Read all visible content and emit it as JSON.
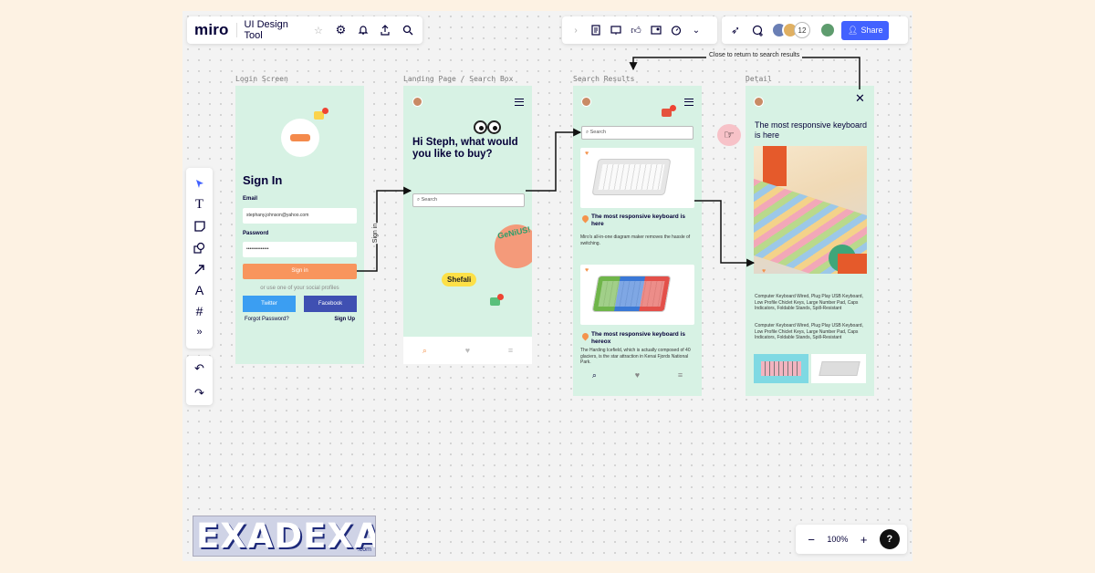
{
  "app": {
    "logo": "miro",
    "board_title": "UI Design Tool",
    "collaborator_count": "12",
    "share_label": "Share"
  },
  "zoom": {
    "minus": "−",
    "value": "100%",
    "plus": "+",
    "help": "?"
  },
  "frames": {
    "login": {
      "label": "Login Screen",
      "title": "Sign In",
      "email_label": "Email",
      "email_value": "stephany.johnson@yahoo.com",
      "password_label": "Password",
      "password_value": "••••••••••••••",
      "signin_button": "Sign in",
      "social_text": "or use one of your social profiles",
      "twitter": "Twitter",
      "facebook": "Facebook",
      "forgot": "Forgot Password?",
      "signup": "Sign Up"
    },
    "landing": {
      "label": "Landing Page / Search Box",
      "greeting": "Hi Steph, what would you like to buy?",
      "search_placeholder": "Search",
      "genius": "GeNiUS!",
      "bubble": "Shefali"
    },
    "results": {
      "label": "Search Results",
      "search_placeholder": "Search",
      "item1_title": "The most responsive keyboard is here",
      "item1_desc": "Miro's all-in-one diagram maker removes the hassle of switching.",
      "item2_title": "The most responsive keyboard is hereox",
      "item2_desc": "The Harding Icefield, which is actually composed of 40 glaciers, is the star attraction in Kenai Fjords National Park."
    },
    "detail": {
      "label": "Detail",
      "title": "The most responsive keyboard is here",
      "desc1": "Computer Keyboard Wired, Plug Play USB Keyboard, Low Profile Chiclet Keys, Large Number Pad, Caps Indicators, Foldable Stands, Spill-Resistant",
      "desc2": "Computer Keyboard Wired, Plug Play USB Keyboard, Low Profile Chiclet Keys, Large Number Pad, Caps Indicators, Foldable Stands, Spill-Resistant"
    }
  },
  "connectors": {
    "sign_in": "Sign in",
    "close_caption": "Close to return to search results"
  },
  "watermark": {
    "text": "EXADEXA",
    "sub": ".com"
  },
  "colors": {
    "accent": "#4262ff",
    "frame_bg": "#d7f2e4",
    "orange": "#f8955d"
  },
  "icons": [
    "settings-icon",
    "bell-icon",
    "upload-icon",
    "search-icon",
    "select-icon",
    "text-icon",
    "sticky-note-icon",
    "shapes-icon",
    "arrow-icon",
    "pen-icon",
    "frame-icon",
    "more-icon",
    "undo-icon",
    "redo-icon"
  ]
}
